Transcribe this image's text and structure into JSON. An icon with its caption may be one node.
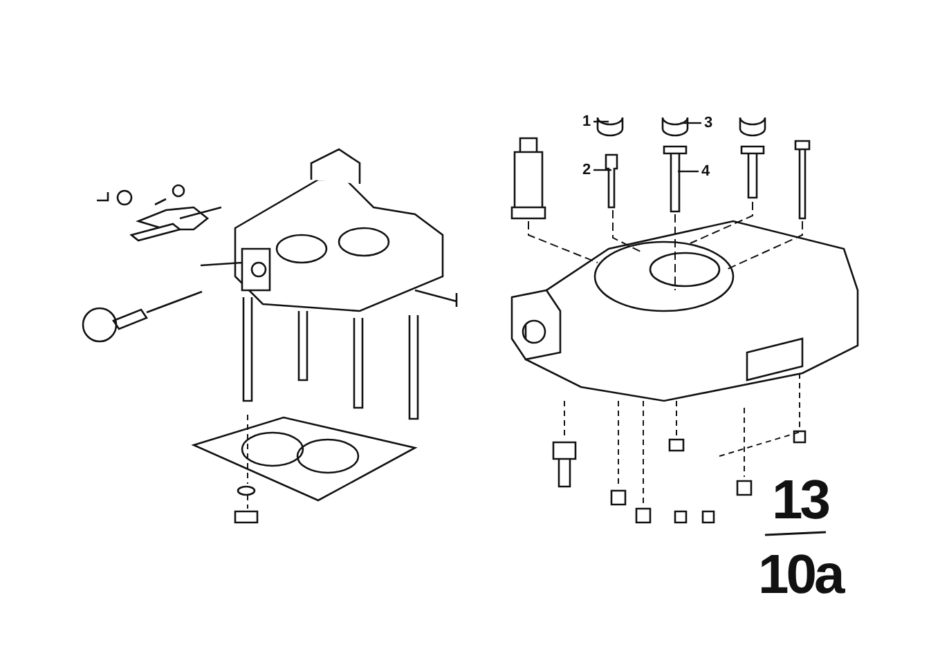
{
  "diagram": {
    "nodes": [
      {
        "text": [
          "1"
        ]
      },
      {
        "text": [
          "3"
        ]
      },
      {
        "text": [
          "2"
        ]
      },
      {
        "text": [
          "4"
        ]
      }
    ],
    "edges": [
      {
        "from": 0,
        "to": null,
        "arrow": "none"
      },
      {
        "from": 1,
        "to": null,
        "arrow": "none"
      },
      {
        "from": 2,
        "to": null,
        "arrow": "none"
      },
      {
        "from": 3,
        "to": null,
        "arrow": "none"
      }
    ],
    "labels": [
      "13",
      "10a"
    ]
  }
}
